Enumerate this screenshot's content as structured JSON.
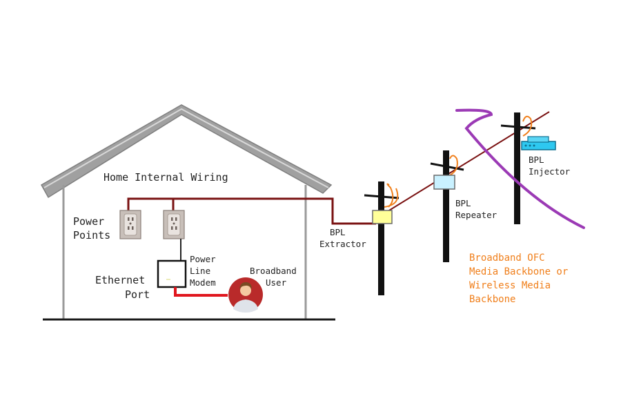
{
  "diagram": {
    "title": "Home Internal Wiring",
    "labels": {
      "power_points": [
        "Power",
        "Points"
      ],
      "power_line_modem": [
        "Power",
        "Line",
        "Modem"
      ],
      "ethernet_port": [
        "Ethernet",
        "Port"
      ],
      "broadband_user": [
        "Broadband",
        "User"
      ],
      "bpl_extractor": [
        "BPL",
        "Extractor"
      ],
      "bpl_repeater": [
        "BPL",
        "Repeater"
      ],
      "bpl_injector": [
        "BPL",
        "Injector"
      ],
      "backbone": [
        "Broadband OFC",
        "Media Backbone or",
        "Wireless Media",
        "Backbone"
      ]
    },
    "colors": {
      "roof": "#8a8a8a",
      "wall": "#9a9a9a",
      "power_line": "#7a1212",
      "ethernet_cable": "#e0161e",
      "pole": "#111111",
      "drop_wire": "#f07f1b",
      "extractor_box": "#ffff99",
      "repeater_box": "#c9f1ff",
      "injector": "#2ec8f0",
      "backbone_curve": "#9b3ab5",
      "backbone_text": "#f07f1b",
      "user_circle": "#b92a2a"
    },
    "icons": [
      "outlet-icon",
      "outlet-icon",
      "modem-icon",
      "user-icon",
      "injector-icon"
    ]
  }
}
